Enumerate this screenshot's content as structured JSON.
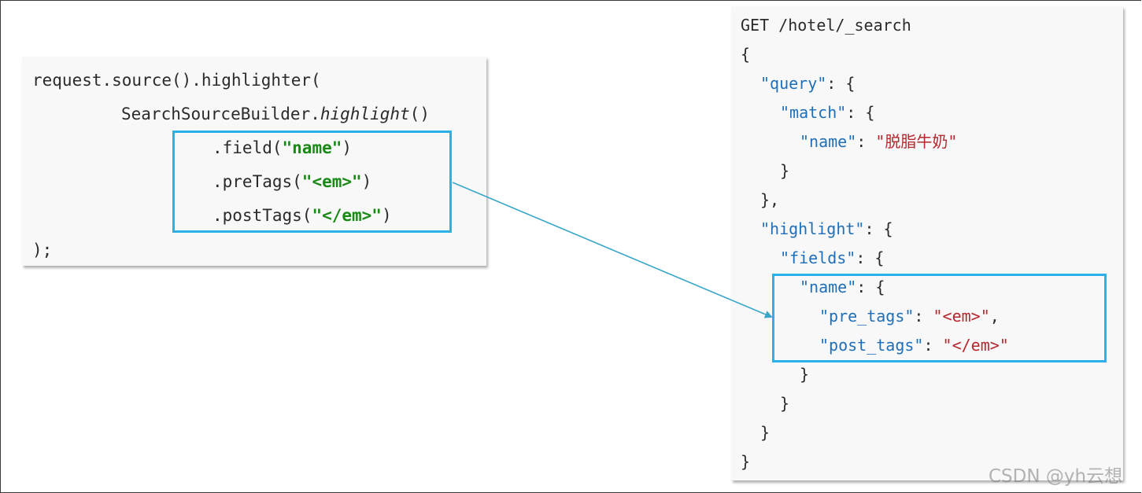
{
  "java_code": {
    "line1": "request.source().highlighter(",
    "line2_prefix": "SearchSourceBuilder.",
    "line2_method": "highlight",
    "line2_suffix": "()",
    "line3_prefix": ".field(",
    "line3_arg": "\"name\"",
    "line3_suffix": ")",
    "line4_prefix": ".preTags(",
    "line4_arg": "\"<em>\"",
    "line4_suffix": ")",
    "line5_prefix": ".postTags(",
    "line5_arg": "\"</em>\"",
    "line5_suffix": ")",
    "line6": ");"
  },
  "dsl_code": {
    "request_line": "GET /hotel/_search",
    "open_brace": "{",
    "query_key": "\"query\"",
    "match_key": "\"match\"",
    "name_key": "\"name\"",
    "name_value": "\"脱脂牛奶\"",
    "close_match": "}",
    "close_query": "},",
    "highlight_key": "\"highlight\"",
    "fields_key": "\"fields\"",
    "field_name_key": "\"name\"",
    "pre_tags_key": "\"pre_tags\"",
    "pre_tags_value": "\"<em>\"",
    "post_tags_key": "\"post_tags\"",
    "post_tags_value": "\"</em>\"",
    "close_name": "}",
    "close_fields": "}",
    "close_highlight": "}",
    "close_root": "}"
  },
  "colors": {
    "key": "#1f6fb8",
    "string": "#b5272d",
    "java_string": "#1a8a17",
    "highlight_border": "#2ab1ea"
  },
  "watermark": "CSDN @yh云想"
}
